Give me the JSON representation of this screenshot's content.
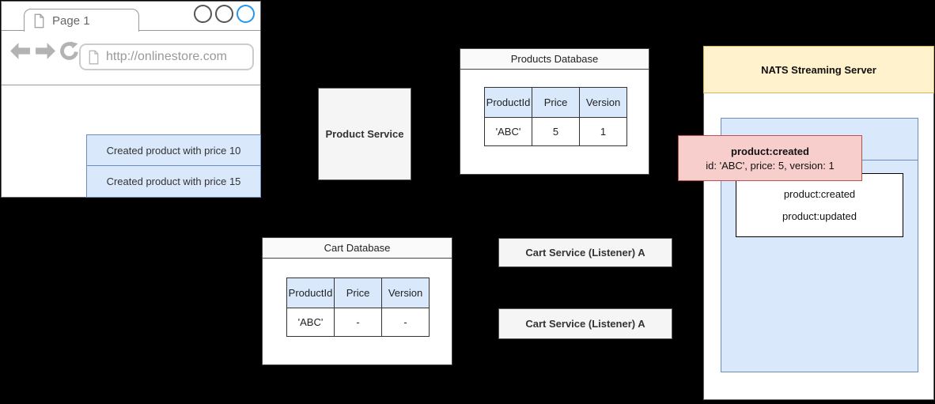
{
  "browser": {
    "tab_title": "Page 1",
    "url": "http://onlinestore.com",
    "messages": [
      "Created product with price 10",
      "Created product with price 15"
    ]
  },
  "services": {
    "product_service": "Product Service",
    "cart_service_a1": "Cart Service (Listener) A",
    "cart_service_a2": "Cart Service (Listener) A"
  },
  "products_db": {
    "title": "Products Database",
    "columns": [
      "ProductId",
      "Price",
      "Version"
    ],
    "rows": [
      [
        "'ABC'",
        "5",
        "1"
      ]
    ]
  },
  "cart_db": {
    "title": "Cart Database",
    "columns": [
      "ProductId",
      "Price",
      "Version"
    ],
    "rows": [
      [
        "'ABC'",
        "-",
        "-"
      ]
    ]
  },
  "nats": {
    "title": "NATS Streaming Server",
    "channels": [
      "product:created",
      "product:updated"
    ]
  },
  "event_note": {
    "title": "product:created",
    "payload": "id: 'ABC', price: 5, version: 1"
  },
  "colors": {
    "background": "#000000",
    "blue_fill": "#dae8fc",
    "blue_border": "#6c8ebf",
    "yellow_fill": "#fff2cc",
    "yellow_border": "#d6b656",
    "pink_fill": "#f8cecc",
    "pink_border": "#b85450",
    "gray_fill": "#f5f5f5",
    "accent_blue": "#2196f3"
  }
}
